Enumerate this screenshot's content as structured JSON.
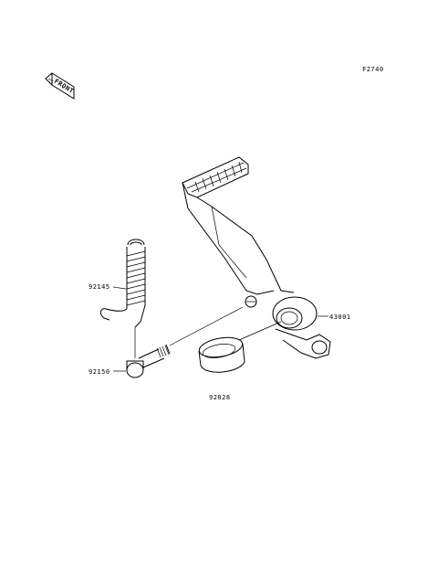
{
  "diagram": {
    "figure_code": "F2740",
    "front_marker": "FRONT",
    "parts": [
      {
        "number": "92145",
        "name": "spring"
      },
      {
        "number": "43001",
        "name": "brake-pedal"
      },
      {
        "number": "92150",
        "name": "bolt"
      },
      {
        "number": "92028",
        "name": "bushing"
      }
    ]
  }
}
